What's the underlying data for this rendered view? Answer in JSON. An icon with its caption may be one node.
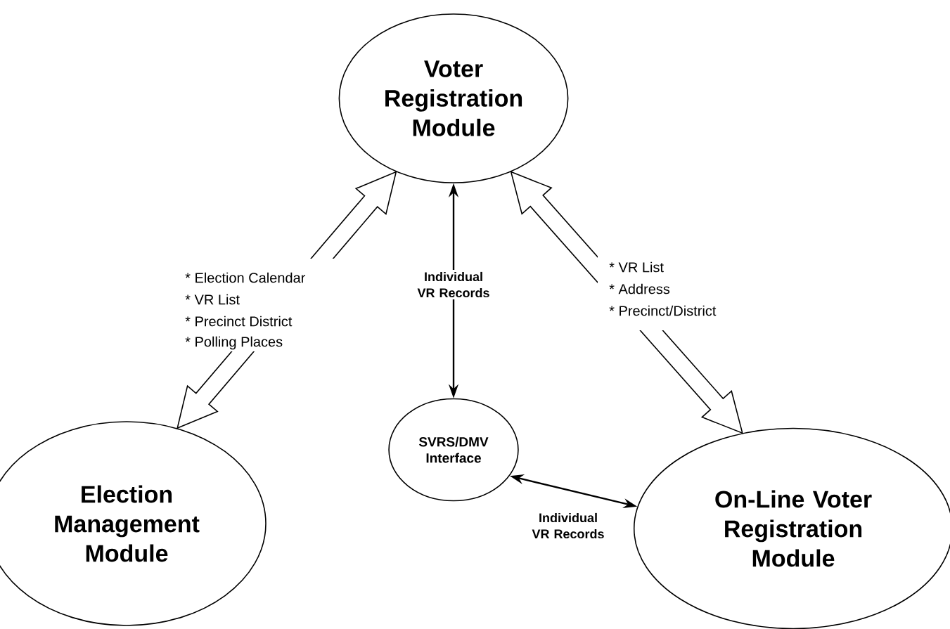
{
  "diagram": {
    "nodes": [
      {
        "text": [
          "Voter Registration Module"
        ]
      },
      {
        "text": [
          "SVRS/DMV Interface"
        ]
      },
      {
        "text": [
          "Election Management Module"
        ]
      },
      {
        "text": [
          "On-Line Voter Registration Module"
        ]
      }
    ],
    "edges": [
      {
        "from": 2,
        "to": 0,
        "arrow": "both",
        "style": "thick"
      },
      {
        "from": 0,
        "to": 1,
        "arrow": "both",
        "label": "Individual VR Records"
      },
      {
        "from": 0,
        "to": 3,
        "arrow": "both",
        "style": "thick"
      },
      {
        "from": 1,
        "to": 3,
        "arrow": "both",
        "label": "Individual VR Records"
      }
    ],
    "labels": [
      "* Election Calendar",
      "* VR List",
      "* Precinct District",
      "* Polling Places",
      "* VR List",
      "* Address",
      "* Precinct/District"
    ]
  }
}
